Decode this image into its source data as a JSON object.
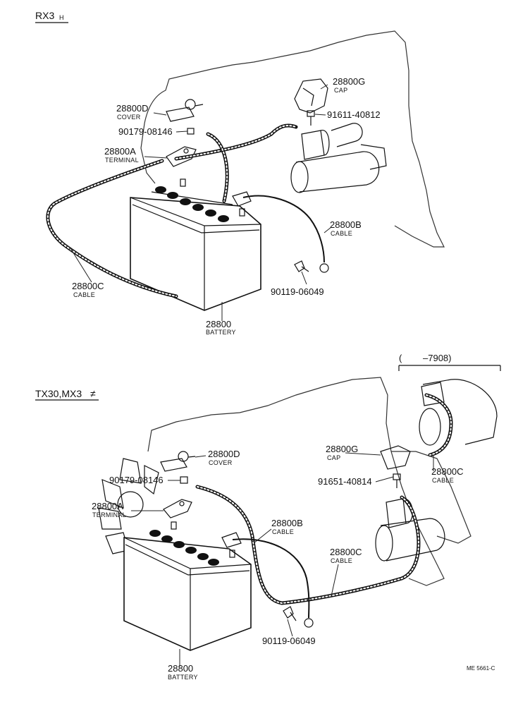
{
  "sections": [
    {
      "model": "RX3",
      "model_suffix": "H",
      "labels": {
        "p28800D": "28800D",
        "p28800D_sub": "COVER",
        "p90179": "90179-08146",
        "p28800A": "28800A",
        "p28800A_sub": "TERMINAL",
        "p28800G": "28800G",
        "p28800G_sub": "CAP",
        "p91611": "91611-40812",
        "p28800B": "28800B",
        "p28800B_sub": "CABLE",
        "p28800C": "28800C",
        "p28800C_sub": "CABLE",
        "p90119": "90119-06049",
        "p28800": "28800",
        "p28800_sub": "BATTERY"
      }
    },
    {
      "model": "TX30,MX3",
      "model_suffix": "≠",
      "labels": {
        "p28800D": "28800D",
        "p28800D_sub": "COVER",
        "p90179": "90179-08146",
        "p28800A": "28800A",
        "p28800A_sub": "TERMINAL",
        "p28800G": "28800G",
        "p28800G_sub": "CAP",
        "p91651": "91651-40814",
        "p28800B": "28800B",
        "p28800B_sub": "CABLE",
        "p28800C": "28800C",
        "p28800C_sub": "CABLE",
        "p28800C_inset": "28800C",
        "p28800C_inset_sub": "CABLE",
        "p90119": "90119-06049",
        "p28800": "28800",
        "p28800_sub": "BATTERY",
        "date_range": "–7908)",
        "date_open": "("
      }
    }
  ],
  "figure_code": "ME 5661-C"
}
